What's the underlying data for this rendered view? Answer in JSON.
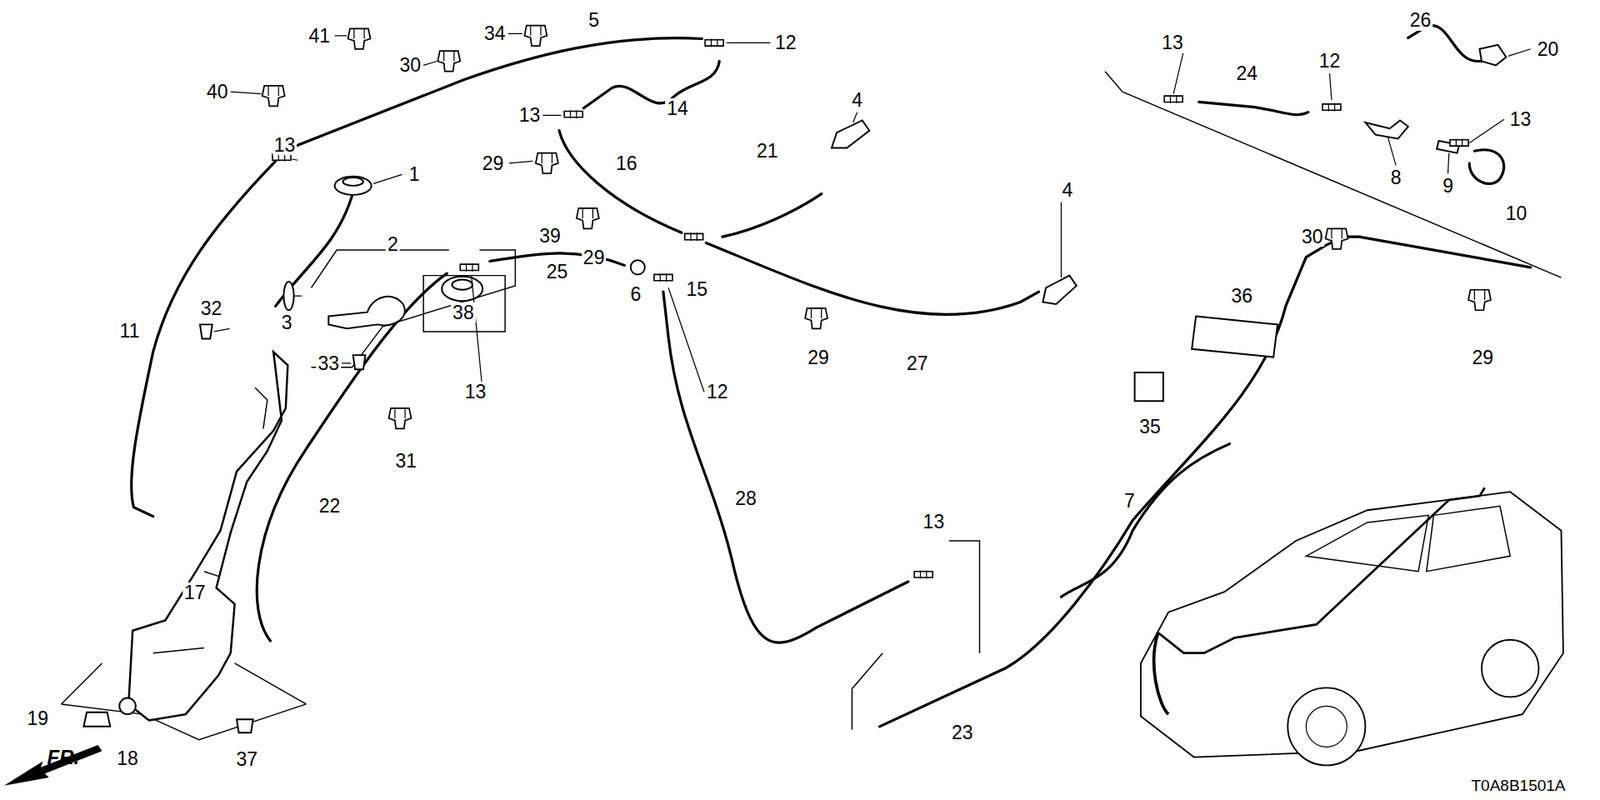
{
  "diagram": {
    "labels": [
      "41",
      "34",
      "5",
      "12",
      "30",
      "40",
      "13",
      "14",
      "4",
      "26",
      "20",
      "13",
      "24",
      "12",
      "13",
      "29",
      "16",
      "21",
      "13",
      "1",
      "8",
      "9",
      "10",
      "4",
      "39",
      "2",
      "29",
      "25",
      "6",
      "15",
      "30",
      "36",
      "3",
      "38",
      "11",
      "32",
      "35",
      "29",
      "33",
      "13",
      "12",
      "29",
      "27",
      "31",
      "22",
      "28",
      "7",
      "13",
      "17",
      "23",
      "19",
      "18",
      "37",
      "FR.",
      "T0A8B1501A"
    ]
  }
}
